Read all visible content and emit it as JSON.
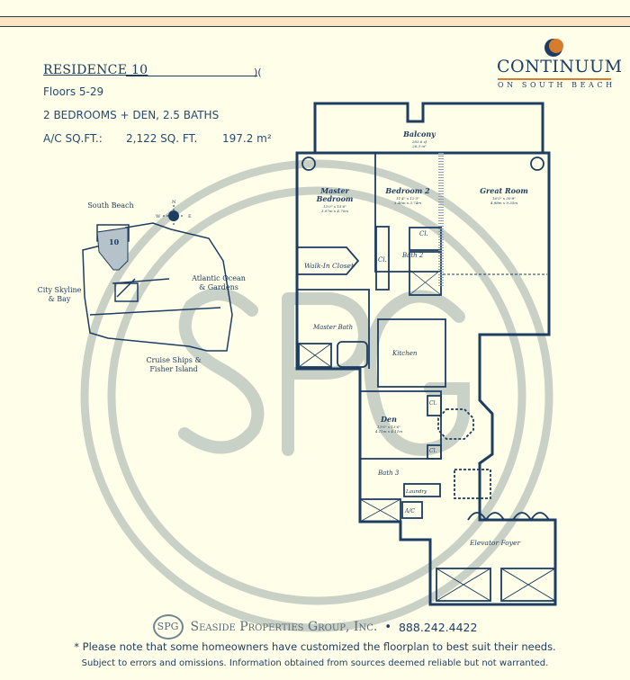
{
  "header": {
    "residence_title": "RESIDENCE 10",
    "title_mark": ")(",
    "floors": "Floors 5-29",
    "rooms": "2 BEDROOMS + DEN,  2.5 BATHS",
    "ac_label": "A/C SQ.FT.:",
    "sqft": "2,122 SQ. FT.",
    "sqm": "197.2 m²"
  },
  "brand": {
    "name": "CONTINUUM",
    "subtitle": "ON SOUTH BEACH",
    "accent_color": "#d77b2d",
    "navy_color": "#1d3d62"
  },
  "locator_map": {
    "unit_number": "10",
    "labels": {
      "north": "South Beach",
      "east": "Atlantic Ocean & Gardens",
      "west": "City Skyline & Bay",
      "south": "Cruise Ships & Fisher Island"
    },
    "compass": {
      "n": "N",
      "w": "W",
      "e": "E"
    }
  },
  "watermark": "SPG",
  "floorplan": {
    "rooms": [
      {
        "name": "Balcony",
        "dim1": "283.6 sf",
        "dim2": "26.3 m²"
      },
      {
        "name": "Master Bedroom",
        "dim1": "13'0\" x 15'6\"",
        "dim2": "3.97m x 4.70m"
      },
      {
        "name": "Bedroom 2",
        "dim1": "11'4\" x 12'3\"",
        "dim2": "3.46m x 3.74m"
      },
      {
        "name": "Great Room",
        "dim1": "16'0\" x 30'8\"",
        "dim2": "4.88m x 9.35m"
      },
      {
        "name": "Den",
        "dim1": "13'6\" x 13'6\"",
        "dim2": "4.11m x 4.11m"
      }
    ],
    "labels": {
      "walk_in_closet": "Walk-In Closet",
      "master_bath": "Master Bath",
      "bath2": "Bath 2",
      "bath3": "Bath 3",
      "kitchen": "Kitchen",
      "closet": "Cl.",
      "laundry": "Laundry",
      "ac": "A/C",
      "elevator_foyer": "Elevator Foyer"
    }
  },
  "footer": {
    "logo": "SPG",
    "company": "Seaside Properties Group, Inc.",
    "bullet": "•",
    "phone": "888.242.4422",
    "note": "* Please note that some homeowners have customized the floorplan to best suit their needs.",
    "disclaimer": "Subject to errors and omissions. Information obtained from sources deemed reliable but not warranted."
  }
}
